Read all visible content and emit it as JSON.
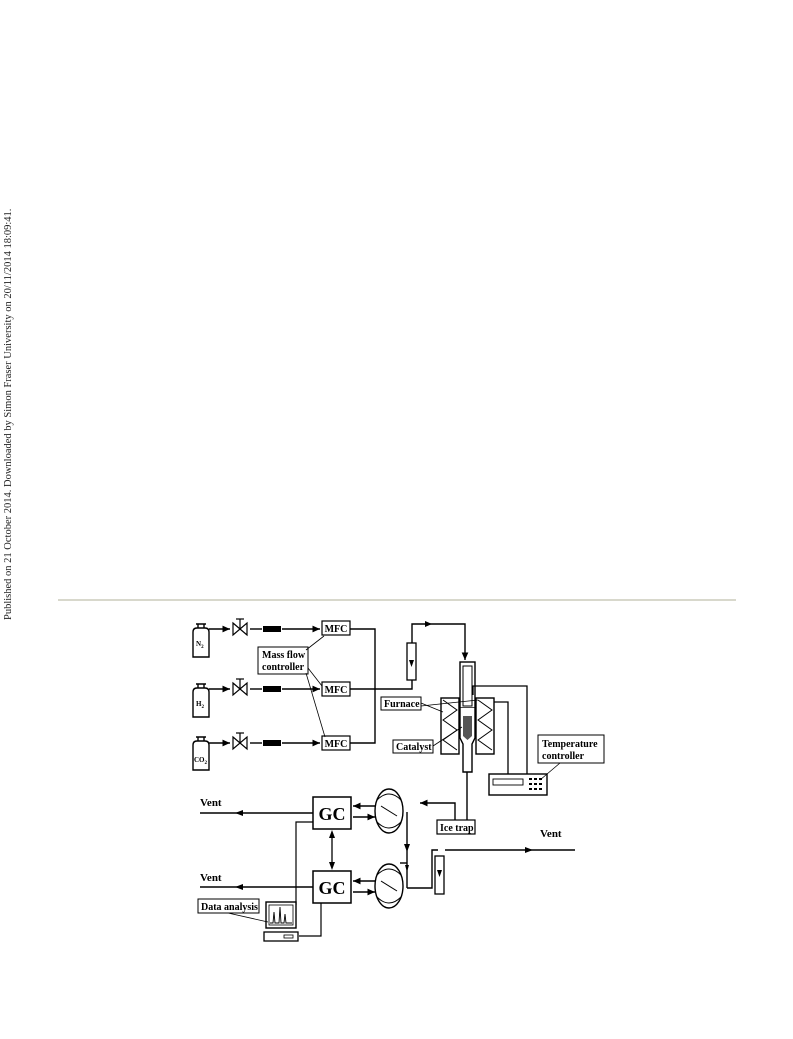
{
  "side_note": "Published on 21 October 2014. Downloaded by Simon Fraser University on 20/11/2014 18:09:41.",
  "diagram": {
    "gases": {
      "n2": {
        "sym": "N",
        "sub": "2"
      },
      "h2": {
        "sym": "H",
        "sub": "2"
      },
      "co2": {
        "sym": "CO",
        "sub": "2"
      }
    },
    "mfc_label": "MFC",
    "mass_flow_controller": [
      "Mass flow",
      "controller"
    ],
    "furnace": "Furnace",
    "catalyst": "Catalyst",
    "temperature_controller": [
      "Temperature",
      "controller"
    ],
    "ice_trap": "Ice trap",
    "gc_label": "GC",
    "vent_label": "Vent",
    "data_analysis": "Data analysis"
  }
}
